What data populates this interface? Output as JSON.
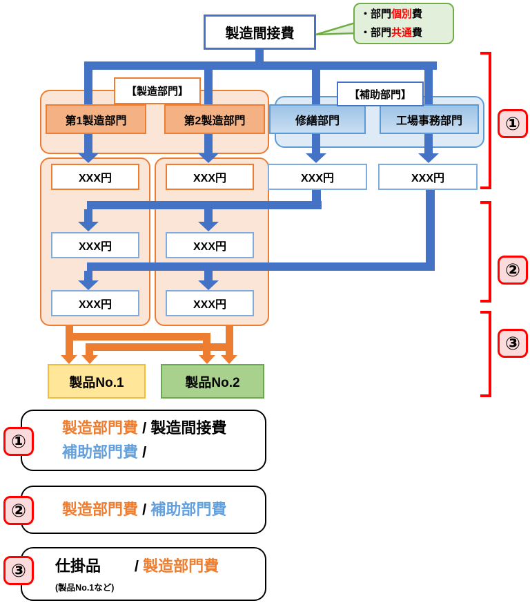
{
  "colors": {
    "blue_wire": "#4472C4",
    "orange": "#ED7D31",
    "light_blue": "#5B9BD5",
    "red": "#FF0000",
    "green": "#70AD47",
    "entry_blue": "#64A0DC"
  },
  "top": {
    "title": "製造間接費"
  },
  "callout": {
    "lines": [
      [
        {
          "t": "・部門",
          "c": "#000000"
        },
        {
          "t": "個別",
          "c": "#FF0000"
        },
        {
          "t": "費",
          "c": "#000000"
        }
      ],
      [
        {
          "t": "・部門",
          "c": "#000000"
        },
        {
          "t": "共通",
          "c": "#FF0000"
        },
        {
          "t": "費",
          "c": "#000000"
        }
      ]
    ]
  },
  "mfg": {
    "label": "【製造部門】",
    "depts": [
      "第1製造部門",
      "第2製造部門"
    ]
  },
  "aux": {
    "label": "【補助部門】",
    "depts": [
      "修繕部門",
      "工場事務部門"
    ]
  },
  "amount_label": "XXX円",
  "products": [
    "製品No.1",
    "製品No.2"
  ],
  "bracket_badges": [
    "①",
    "②",
    "③"
  ],
  "entries": [
    {
      "badge": "①",
      "lines": [
        [
          {
            "t": "製造部門費",
            "c": "#ED7D31"
          },
          {
            "t": " / ",
            "c": "#000000"
          },
          {
            "t": "製造間接費",
            "c": "#000000"
          }
        ],
        [
          {
            "t": "補助部門費",
            "c": "#64A0DC"
          },
          {
            "t": " /",
            "c": "#000000"
          }
        ]
      ]
    },
    {
      "badge": "②",
      "lines": [
        [
          {
            "t": "製造部門費",
            "c": "#ED7D31"
          },
          {
            "t": " / ",
            "c": "#000000"
          },
          {
            "t": "補助部門費",
            "c": "#64A0DC"
          }
        ]
      ]
    },
    {
      "badge": "③",
      "lines": [
        [
          {
            "t": "仕掛品",
            "c": "#000000"
          },
          {
            "t": "        / ",
            "c": "#000000"
          },
          {
            "t": "製造部門費",
            "c": "#ED7D31"
          }
        ]
      ],
      "note": "(製品No.1など)"
    }
  ]
}
